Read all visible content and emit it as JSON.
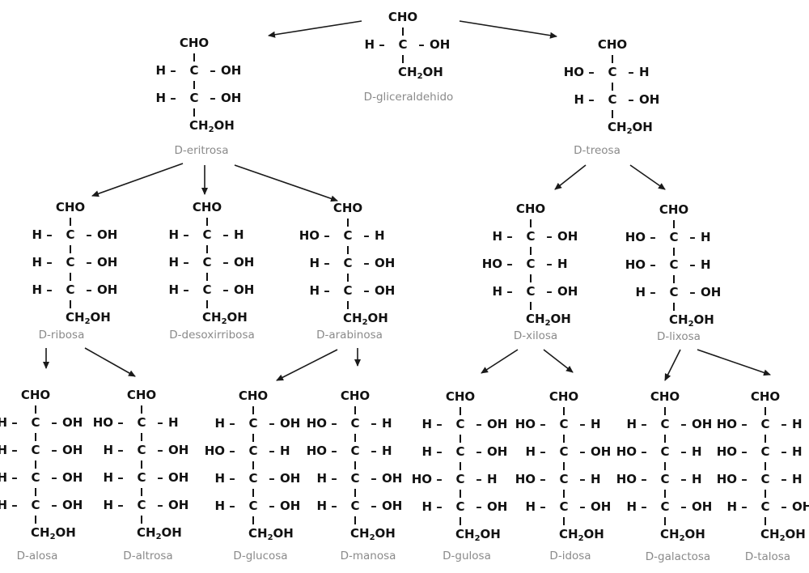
{
  "molecules": [
    {
      "id": "gliceraldehido",
      "name": "D-gliceraldehido",
      "top": "CHO",
      "rows": [
        [
          "H",
          "OH"
        ]
      ],
      "bottom": "CH2OH"
    },
    {
      "id": "eritrosa",
      "name": "D-eritrosa",
      "top": "CHO",
      "rows": [
        [
          "H",
          "OH"
        ],
        [
          "H",
          "OH"
        ]
      ],
      "bottom": "CH2OH"
    },
    {
      "id": "treosa",
      "name": "D-treosa",
      "top": "CHO",
      "rows": [
        [
          "HO",
          "H"
        ],
        [
          "H",
          "OH"
        ]
      ],
      "bottom": "CH2OH"
    },
    {
      "id": "ribosa",
      "name": "D-ribosa",
      "top": "CHO",
      "rows": [
        [
          "H",
          "OH"
        ],
        [
          "H",
          "OH"
        ],
        [
          "H",
          "OH"
        ]
      ],
      "bottom": "CH2OH"
    },
    {
      "id": "desoxirribosa",
      "name": "D-desoxirribosa",
      "top": "CHO",
      "rows": [
        [
          "H",
          "H"
        ],
        [
          "H",
          "OH"
        ],
        [
          "H",
          "OH"
        ]
      ],
      "bottom": "CH2OH"
    },
    {
      "id": "arabinosa",
      "name": "D-arabinosa",
      "top": "CHO",
      "rows": [
        [
          "HO",
          "H"
        ],
        [
          "H",
          "OH"
        ],
        [
          "H",
          "OH"
        ]
      ],
      "bottom": "CH2OH"
    },
    {
      "id": "xilosa",
      "name": "D-xilosa",
      "top": "CHO",
      "rows": [
        [
          "H",
          "OH"
        ],
        [
          "HO",
          "H"
        ],
        [
          "H",
          "OH"
        ]
      ],
      "bottom": "CH2OH"
    },
    {
      "id": "lixosa",
      "name": "D-lixosa",
      "top": "CHO",
      "rows": [
        [
          "HO",
          "H"
        ],
        [
          "HO",
          "H"
        ],
        [
          "H",
          "OH"
        ]
      ],
      "bottom": "CH2OH"
    },
    {
      "id": "alosa",
      "name": "D-alosa",
      "top": "CHO",
      "rows": [
        [
          "H",
          "OH"
        ],
        [
          "H",
          "OH"
        ],
        [
          "H",
          "OH"
        ],
        [
          "H",
          "OH"
        ]
      ],
      "bottom": "CH2OH"
    },
    {
      "id": "altrosa",
      "name": "D-altrosa",
      "top": "CHO",
      "rows": [
        [
          "HO",
          "H"
        ],
        [
          "H",
          "OH"
        ],
        [
          "H",
          "OH"
        ],
        [
          "H",
          "OH"
        ]
      ],
      "bottom": "CH2OH"
    },
    {
      "id": "glucosa",
      "name": "D-glucosa",
      "top": "CHO",
      "rows": [
        [
          "H",
          "OH"
        ],
        [
          "HO",
          "H"
        ],
        [
          "H",
          "OH"
        ],
        [
          "H",
          "OH"
        ]
      ],
      "bottom": "CH2OH"
    },
    {
      "id": "manosa",
      "name": "D-manosa",
      "top": "CHO",
      "rows": [
        [
          "HO",
          "H"
        ],
        [
          "HO",
          "H"
        ],
        [
          "H",
          "OH"
        ],
        [
          "H",
          "OH"
        ]
      ],
      "bottom": "CH2OH"
    },
    {
      "id": "gulosa",
      "name": "D-gulosa",
      "top": "CHO",
      "rows": [
        [
          "H",
          "OH"
        ],
        [
          "H",
          "OH"
        ],
        [
          "HO",
          "H"
        ],
        [
          "H",
          "OH"
        ]
      ],
      "bottom": "CH2OH"
    },
    {
      "id": "idosa",
      "name": "D-idosa",
      "top": "CHO",
      "rows": [
        [
          "HO",
          "H"
        ],
        [
          "H",
          "OH"
        ],
        [
          "HO",
          "H"
        ],
        [
          "H",
          "OH"
        ]
      ],
      "bottom": "CH2OH"
    },
    {
      "id": "galactosa",
      "name": "D-galactosa",
      "top": "CHO",
      "rows": [
        [
          "H",
          "OH"
        ],
        [
          "HO",
          "H"
        ],
        [
          "HO",
          "H"
        ],
        [
          "H",
          "OH"
        ]
      ],
      "bottom": "CH2OH"
    },
    {
      "id": "talosa",
      "name": "D-talosa",
      "top": "CHO",
      "rows": [
        [
          "HO",
          "H"
        ],
        [
          "HO",
          "H"
        ],
        [
          "HO",
          "H"
        ],
        [
          "H",
          "OH"
        ]
      ],
      "bottom": "CH2OH"
    }
  ],
  "edges": [
    [
      "gliceraldehido",
      "eritrosa"
    ],
    [
      "gliceraldehido",
      "treosa"
    ],
    [
      "eritrosa",
      "ribosa"
    ],
    [
      "eritrosa",
      "desoxirribosa"
    ],
    [
      "eritrosa",
      "arabinosa"
    ],
    [
      "treosa",
      "xilosa"
    ],
    [
      "treosa",
      "lixosa"
    ],
    [
      "ribosa",
      "alosa"
    ],
    [
      "ribosa",
      "altrosa"
    ],
    [
      "arabinosa",
      "glucosa"
    ],
    [
      "arabinosa",
      "manosa"
    ],
    [
      "xilosa",
      "gulosa"
    ],
    [
      "xilosa",
      "idosa"
    ],
    [
      "lixosa",
      "galactosa"
    ],
    [
      "lixosa",
      "talosa"
    ]
  ],
  "colors": {
    "formula": "#111111",
    "name": "#8a8a8a",
    "arrow": "#1a1a1a",
    "background": "#ffffff"
  }
}
